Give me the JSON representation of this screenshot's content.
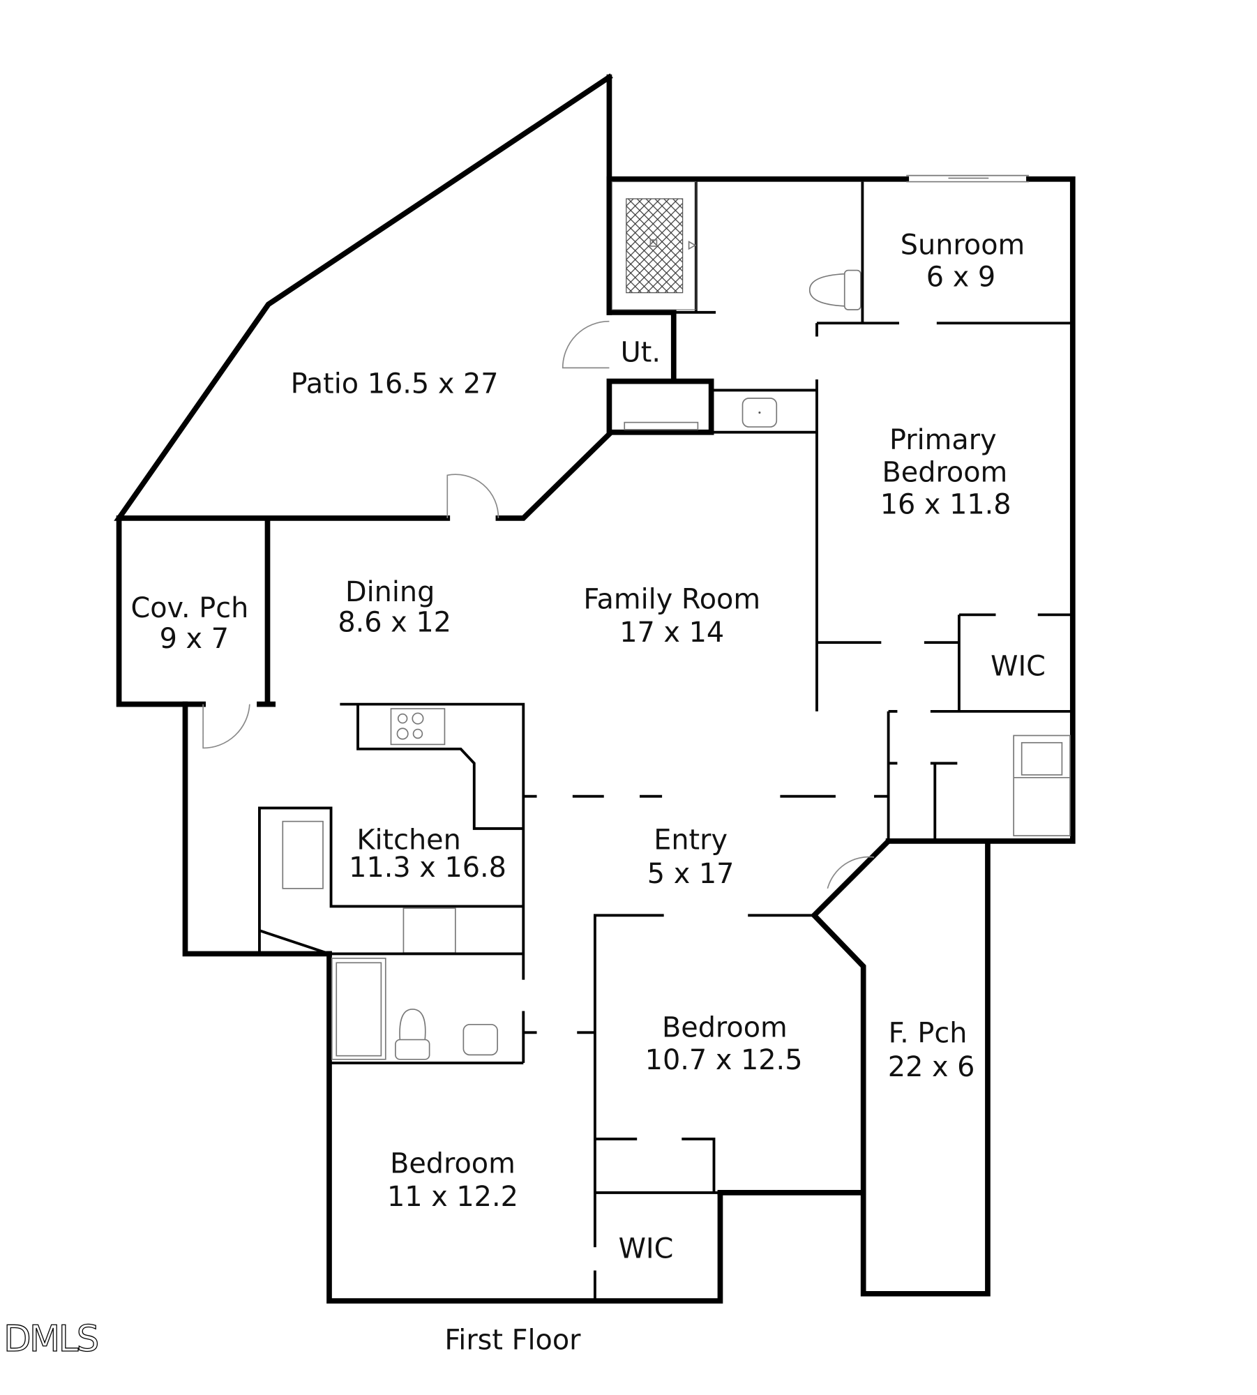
{
  "floor_title": "First Floor",
  "logo": "DMLS",
  "rooms": {
    "patio": {
      "label": "Patio 16.5 x 27"
    },
    "utility": {
      "label": "Ut."
    },
    "sunroom": {
      "name": "Sunroom",
      "dims": "6 x 9"
    },
    "primary_bedroom": {
      "name1": "Primary",
      "name2": "Bedroom",
      "dims": "16 x 11.8"
    },
    "covered_porch": {
      "name": "Cov. Pch",
      "dims": "9 x 7"
    },
    "dining": {
      "name": "Dining",
      "dims": "8.6 x 12"
    },
    "family_room": {
      "name": "Family Room",
      "dims": "17 x 14"
    },
    "primary_wic": {
      "name": "WIC"
    },
    "kitchen": {
      "name": "Kitchen",
      "dims": "11.3 x 16.8"
    },
    "entry": {
      "name": "Entry",
      "dims": "5 x 17"
    },
    "bedroom_2": {
      "name": "Bedroom",
      "dims": "10.7 x 12.5"
    },
    "front_porch": {
      "name": "F. Pch",
      "dims": "22 x 6"
    },
    "bedroom_3": {
      "name": "Bedroom",
      "dims": "11 x 12.2"
    },
    "bedroom_3_wic": {
      "name": "WIC"
    }
  },
  "colors": {
    "wall": "#000000",
    "fixture": "#777777",
    "background": "#ffffff"
  }
}
